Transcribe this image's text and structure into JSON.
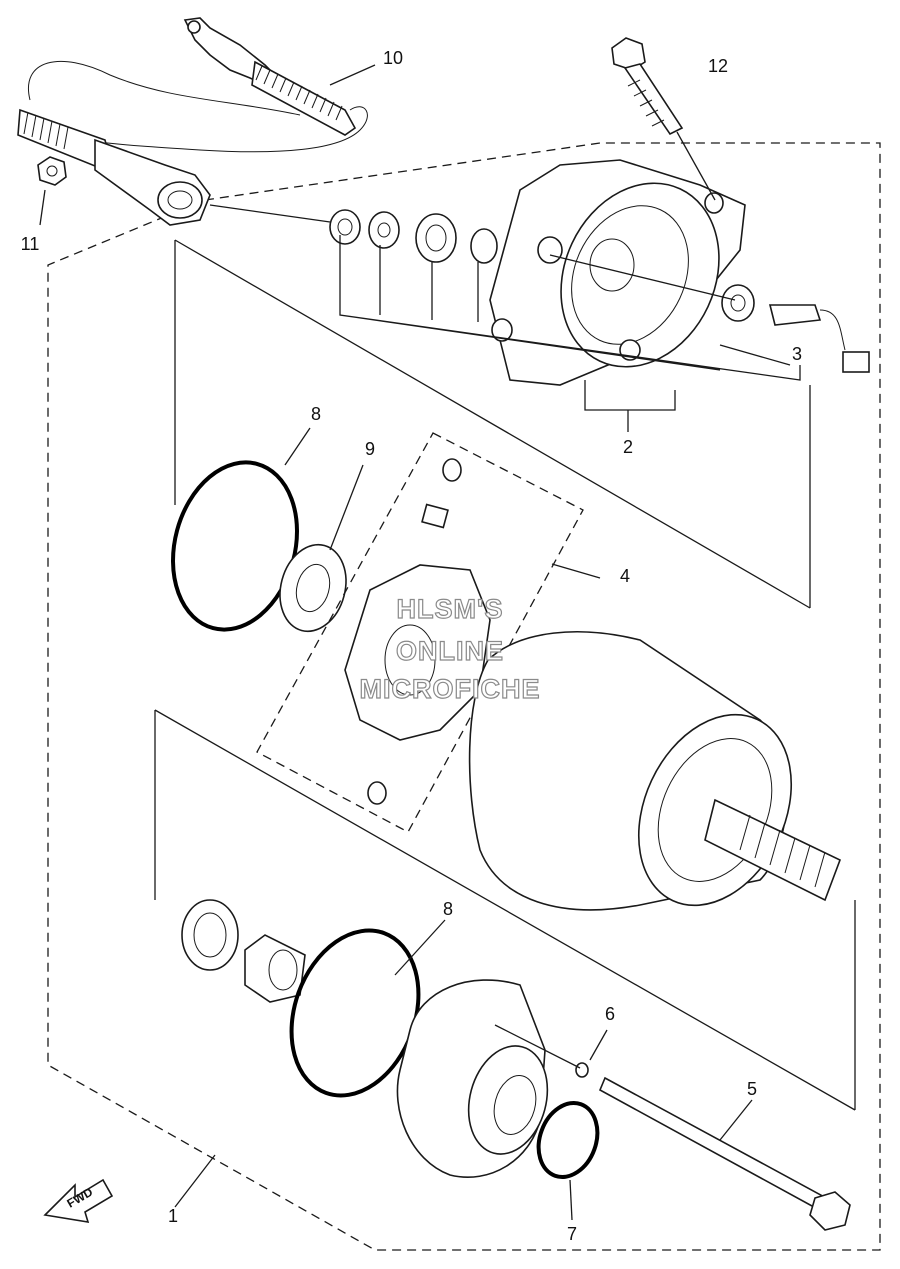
{
  "callouts": {
    "c1": "1",
    "c2": "2",
    "c3": "3",
    "c4": "4",
    "c5": "5",
    "c6": "6",
    "c7": "7",
    "c8a": "8",
    "c8b": "8",
    "c9": "9",
    "c10": "10",
    "c11": "11",
    "c12": "12"
  },
  "watermark": {
    "line1": "HLSM'S",
    "line2": "ONLINE",
    "line3": "MICROFICHE"
  },
  "fwd_label": "FWD"
}
